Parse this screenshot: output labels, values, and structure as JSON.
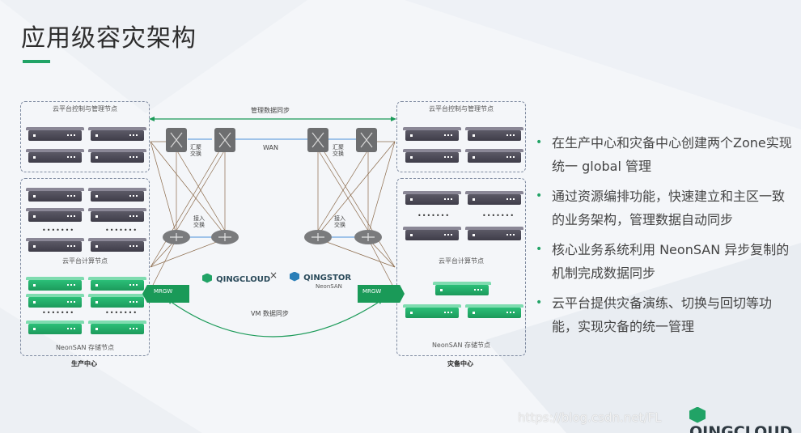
{
  "slide": {
    "title": "应用级容灾架构",
    "bullets": [
      "在生产中心和灾备中心创建两个Zone实现统一 global 管理",
      "通过资源编排功能，快速建立和主区一致的业务架构，管理数据自动同步",
      "核心业务系统利用 NeonSAN 异步复制的机制完成数据同步",
      "云平台提供灾备演练、切换与回切等功能，实现灾备的统一管理"
    ],
    "accent_color": "#21a366",
    "logo_text": "QINGCLOUD",
    "watermark": "https://blog.csdn.net/FL"
  },
  "diagram": {
    "left_site": {
      "name": "生产中心",
      "control_label": "云平台控制与管理节点",
      "compute_label": "云平台计算节点",
      "storage_label": "NeonSAN 存储节点",
      "mrgw": "MRGW"
    },
    "right_site": {
      "name": "灾备中心",
      "control_label": "云平台控制与管理节点",
      "compute_label": "云平台计算节点",
      "storage_label": "NeonSAN 存储节点",
      "mrgw": "MRGW"
    },
    "mgmt_sync": "管理数据同步",
    "wan": "WAN",
    "vm_sync": "VM 数据同步",
    "agg_switch": "汇聚交换",
    "access_switch": "接入交换",
    "dots": "•••••••",
    "brand_left": "QINGCLOUD",
    "brand_times": "×",
    "brand_right": "QINGSTOR",
    "brand_right_sub": "NeonSAN"
  }
}
